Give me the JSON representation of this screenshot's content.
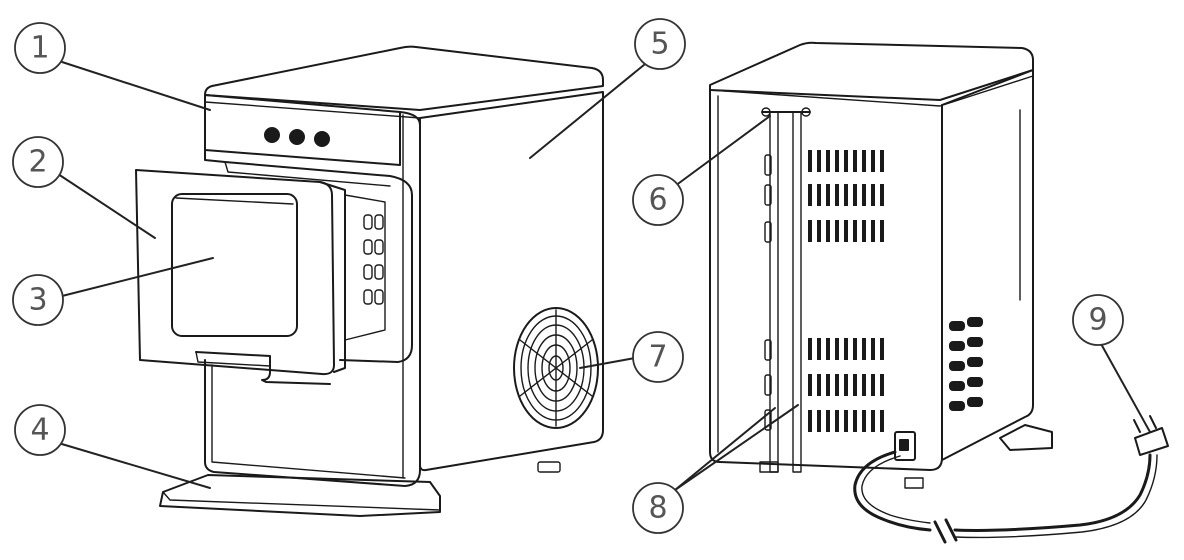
{
  "callouts": [
    {
      "id": "1",
      "label": "1"
    },
    {
      "id": "2",
      "label": "2"
    },
    {
      "id": "3",
      "label": "3"
    },
    {
      "id": "4",
      "label": "4"
    },
    {
      "id": "5",
      "label": "5"
    },
    {
      "id": "6",
      "label": "6"
    },
    {
      "id": "7",
      "label": "7"
    },
    {
      "id": "8",
      "label": "8"
    },
    {
      "id": "9",
      "label": "9"
    }
  ],
  "icons": {
    "front": "ice-maker-front-view",
    "back": "ice-maker-back-view",
    "plug": "power-plug-icon"
  }
}
